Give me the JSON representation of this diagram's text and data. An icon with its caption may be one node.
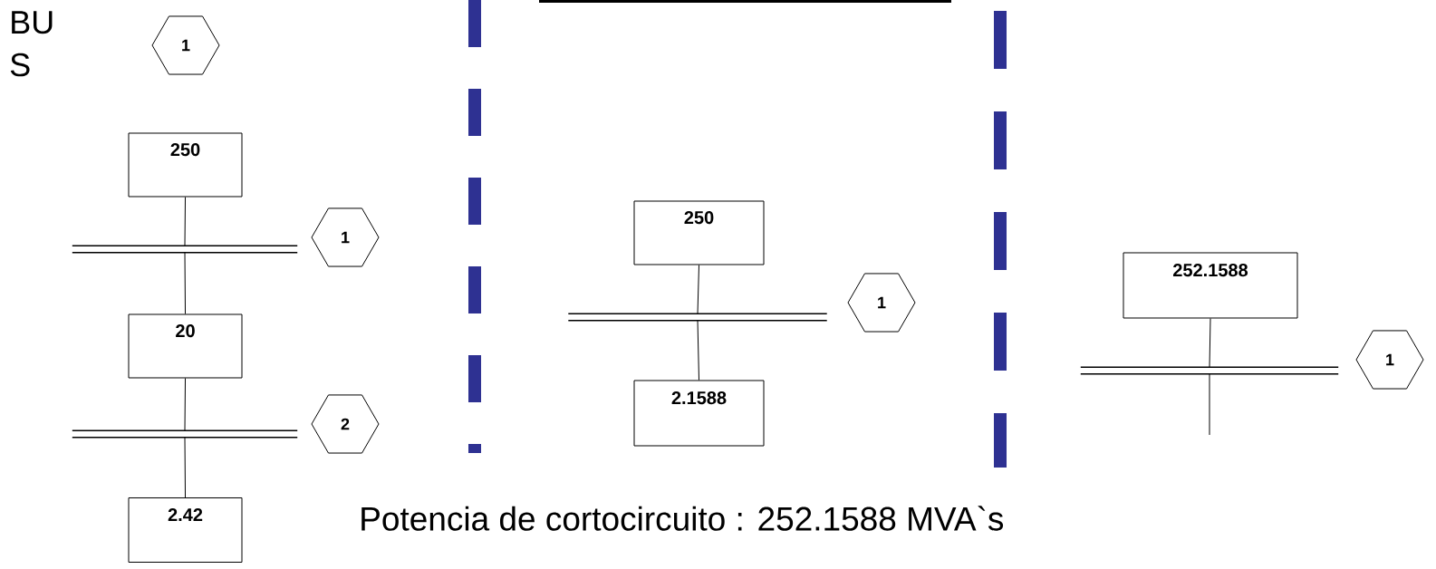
{
  "diagram": {
    "nodes": [
      {
        "text": [
          "1"
        ]
      },
      {
        "text": [
          "250"
        ]
      },
      {
        "text": [],
        "shape": "bar"
      },
      {
        "text": [
          "1"
        ]
      },
      {
        "text": [
          "20"
        ]
      },
      {
        "text": [],
        "shape": "bar"
      },
      {
        "text": [
          "2"
        ]
      },
      {
        "text": [
          "2.42"
        ]
      },
      {
        "text": [
          "250"
        ]
      },
      {
        "text": [],
        "shape": "bar"
      },
      {
        "text": [
          "1"
        ]
      },
      {
        "text": [
          "2.1588"
        ]
      },
      {
        "text": [
          "252.1588"
        ]
      },
      {
        "text": [],
        "shape": "bar"
      },
      {
        "text": [
          "1"
        ]
      }
    ],
    "edges": [
      {
        "from": 1,
        "to": 2,
        "arrow": "none"
      },
      {
        "from": 2,
        "to": 4,
        "arrow": "none"
      },
      {
        "from": 4,
        "to": 5,
        "arrow": "none"
      },
      {
        "from": 5,
        "to": 7,
        "arrow": "none"
      },
      {
        "from": 8,
        "to": 9,
        "arrow": "none"
      },
      {
        "from": 9,
        "to": 11,
        "arrow": "none"
      },
      {
        "from": 12,
        "to": 13,
        "arrow": "none"
      },
      {
        "from": 13,
        "to": null,
        "arrow": "none"
      }
    ],
    "labels": [
      "BU S",
      "Potencia  de cortocircuito : 252.1588 MVA`s"
    ]
  }
}
